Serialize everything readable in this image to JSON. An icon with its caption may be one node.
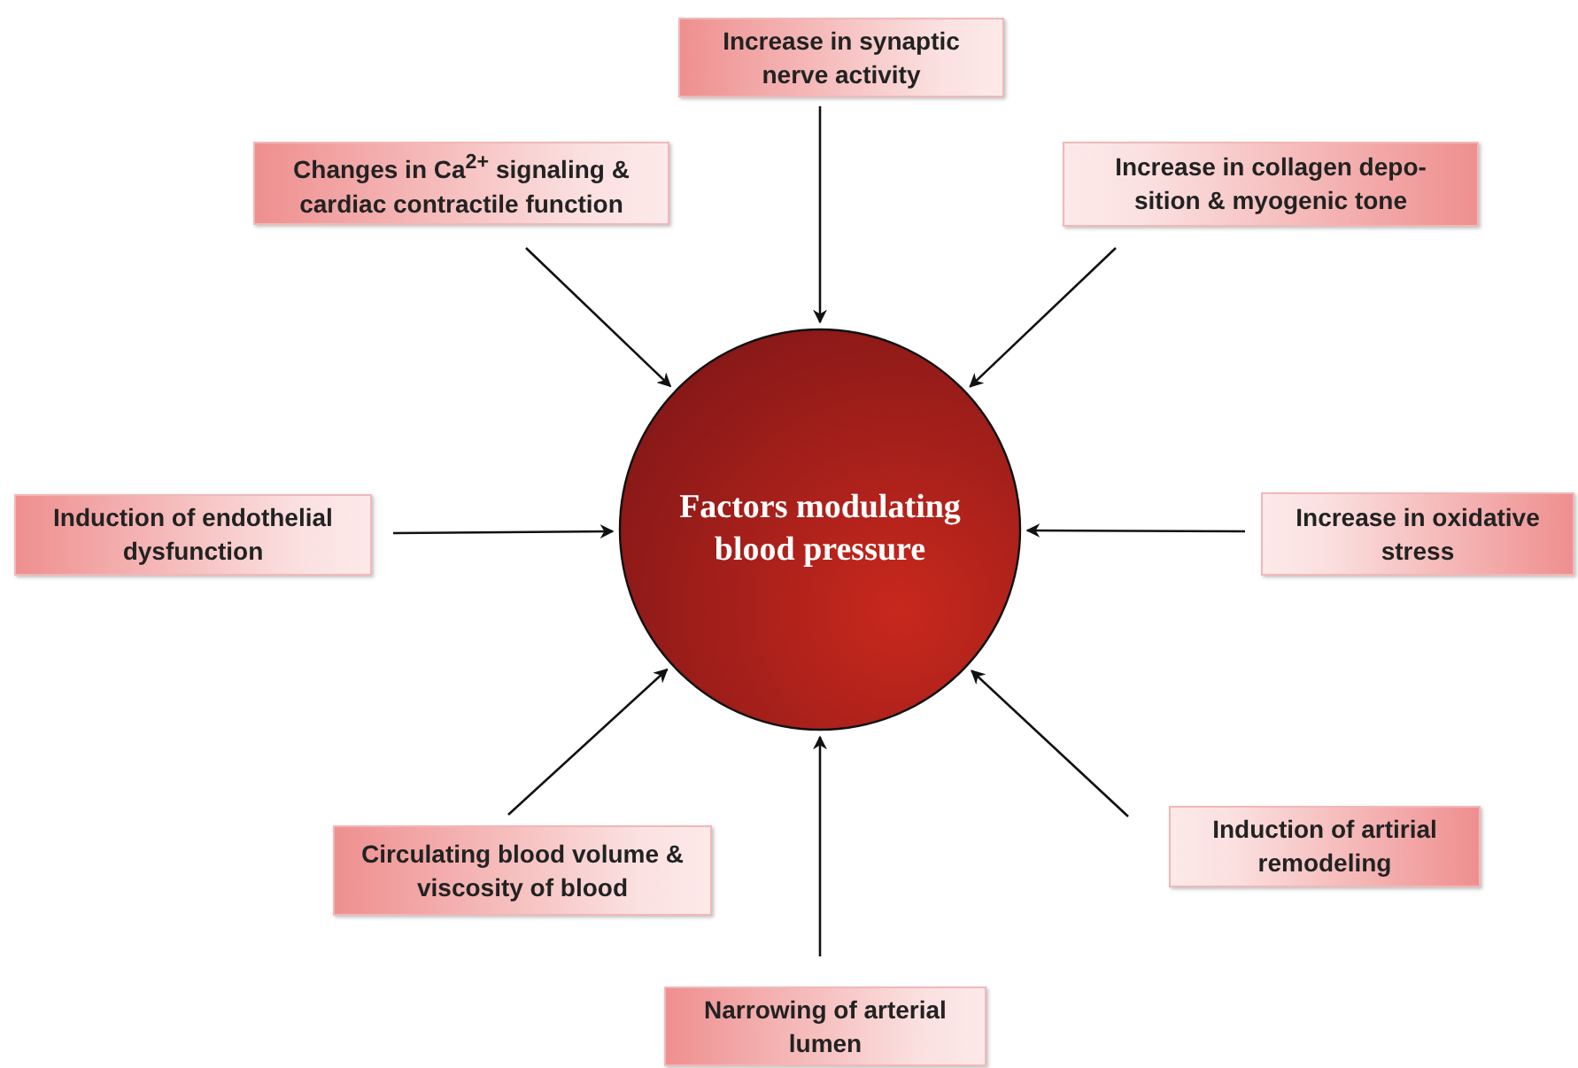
{
  "diagram": {
    "nodes": [
      {
        "text": [
          "Increase in synaptic nerve activity"
        ]
      },
      {
        "text": [
          "Changes in Ca$^{2+}$ signaling & cardiac contractile function"
        ]
      },
      {
        "text": [
          "Increase in collagen depo-sition & myogenic tone"
        ]
      },
      {
        "text": [
          "Factors modulating blood pressure"
        ]
      },
      {
        "text": [
          "Induction of endothelial dysfunction"
        ]
      },
      {
        "text": [
          "Increase in oxidative stress"
        ]
      },
      {
        "text": [
          "Circulating blood volume & viscosity of blood"
        ]
      },
      {
        "text": [
          "Induction of artirial remodeling"
        ]
      },
      {
        "text": [
          "Narrowing of arterial lumen"
        ]
      }
    ],
    "edges": [
      {
        "from": 0,
        "to": 3,
        "arrow": "to"
      },
      {
        "from": 1,
        "to": 3,
        "arrow": "to"
      },
      {
        "from": 2,
        "to": 3,
        "arrow": "to"
      },
      {
        "from": 4,
        "to": 3,
        "arrow": "to"
      },
      {
        "from": 5,
        "to": 3,
        "arrow": "to"
      },
      {
        "from": 6,
        "to": 3,
        "arrow": "to"
      },
      {
        "from": 7,
        "to": 3,
        "arrow": "to"
      },
      {
        "from": 8,
        "to": 3,
        "arrow": "to"
      }
    ]
  }
}
